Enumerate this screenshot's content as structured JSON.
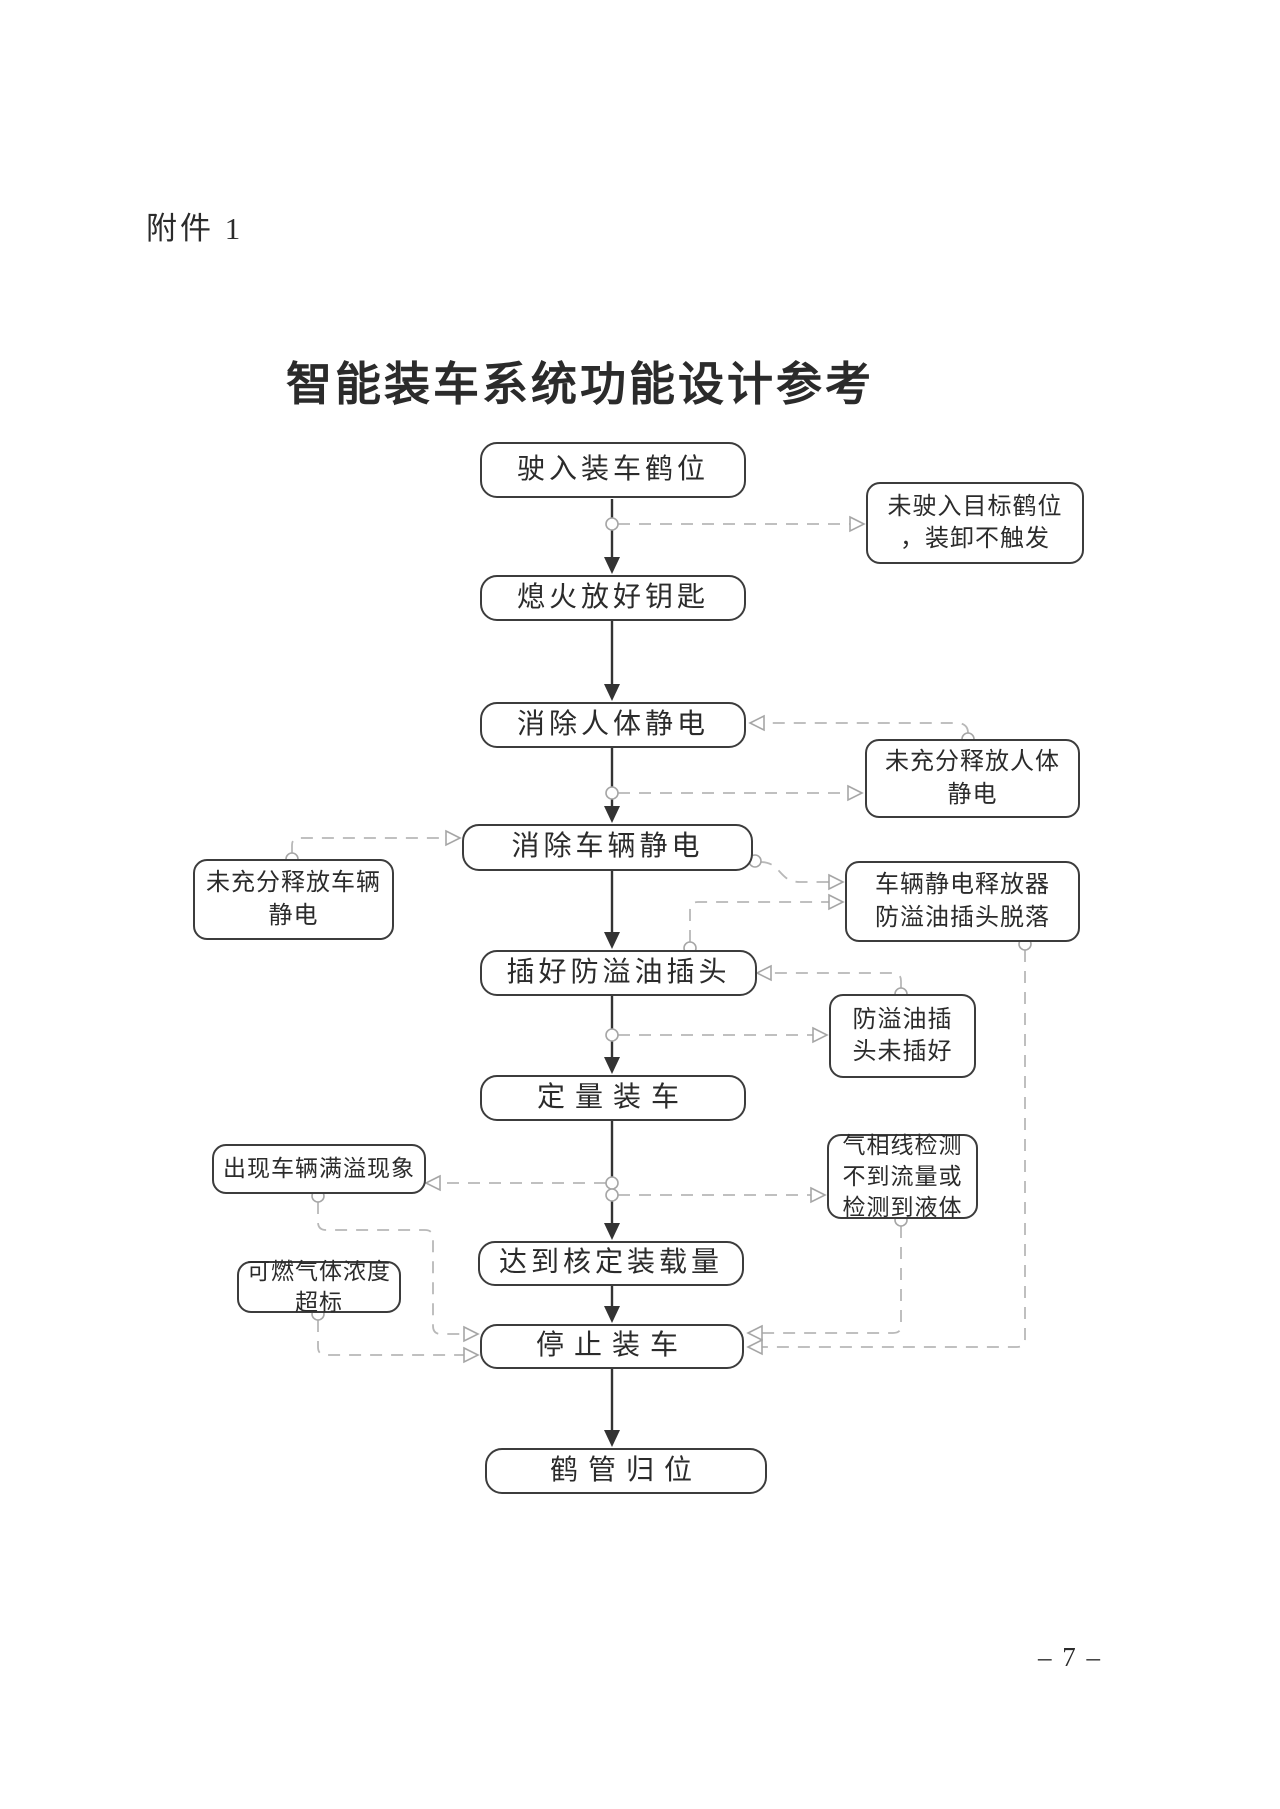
{
  "page": {
    "attachment_label": "附件 1",
    "title": "智能装车系统功能设计参考",
    "page_number": "– 7 –"
  },
  "flow": {
    "steps": [
      {
        "label": "驶入装车鹤位"
      },
      {
        "label": "熄火放好钥匙"
      },
      {
        "label": "消除人体静电"
      },
      {
        "label": "消除车辆静电"
      },
      {
        "label": "插好防溢油插头"
      },
      {
        "label": "定量装车"
      },
      {
        "label": "达到核定装载量"
      },
      {
        "label": "停止装车"
      },
      {
        "label": "鹤管归位"
      }
    ],
    "conditions": [
      {
        "label": "未驶入目标鹤位\n，装卸不触发",
        "side": "right"
      },
      {
        "label": "未充分释放人体\n静电",
        "side": "right"
      },
      {
        "label": "未充分释放车辆\n静电",
        "side": "left"
      },
      {
        "label": "车辆静电释放器\n防溢油插头脱落",
        "side": "right"
      },
      {
        "label": "防溢油插\n头未插好",
        "side": "right"
      },
      {
        "label": "出现车辆满溢现象",
        "side": "left"
      },
      {
        "label": "气相线检测\n不到流量或\n检测到液体",
        "side": "right"
      },
      {
        "label": "可燃气体浓度\n超标",
        "side": "left"
      }
    ]
  },
  "colors": {
    "ink": "#2b2b2b",
    "box_border": "#3c3c3c",
    "solid_arrow": "#333333",
    "dashed_connector": "#b8b8b8",
    "junction_dot": "#a6a6a6"
  }
}
